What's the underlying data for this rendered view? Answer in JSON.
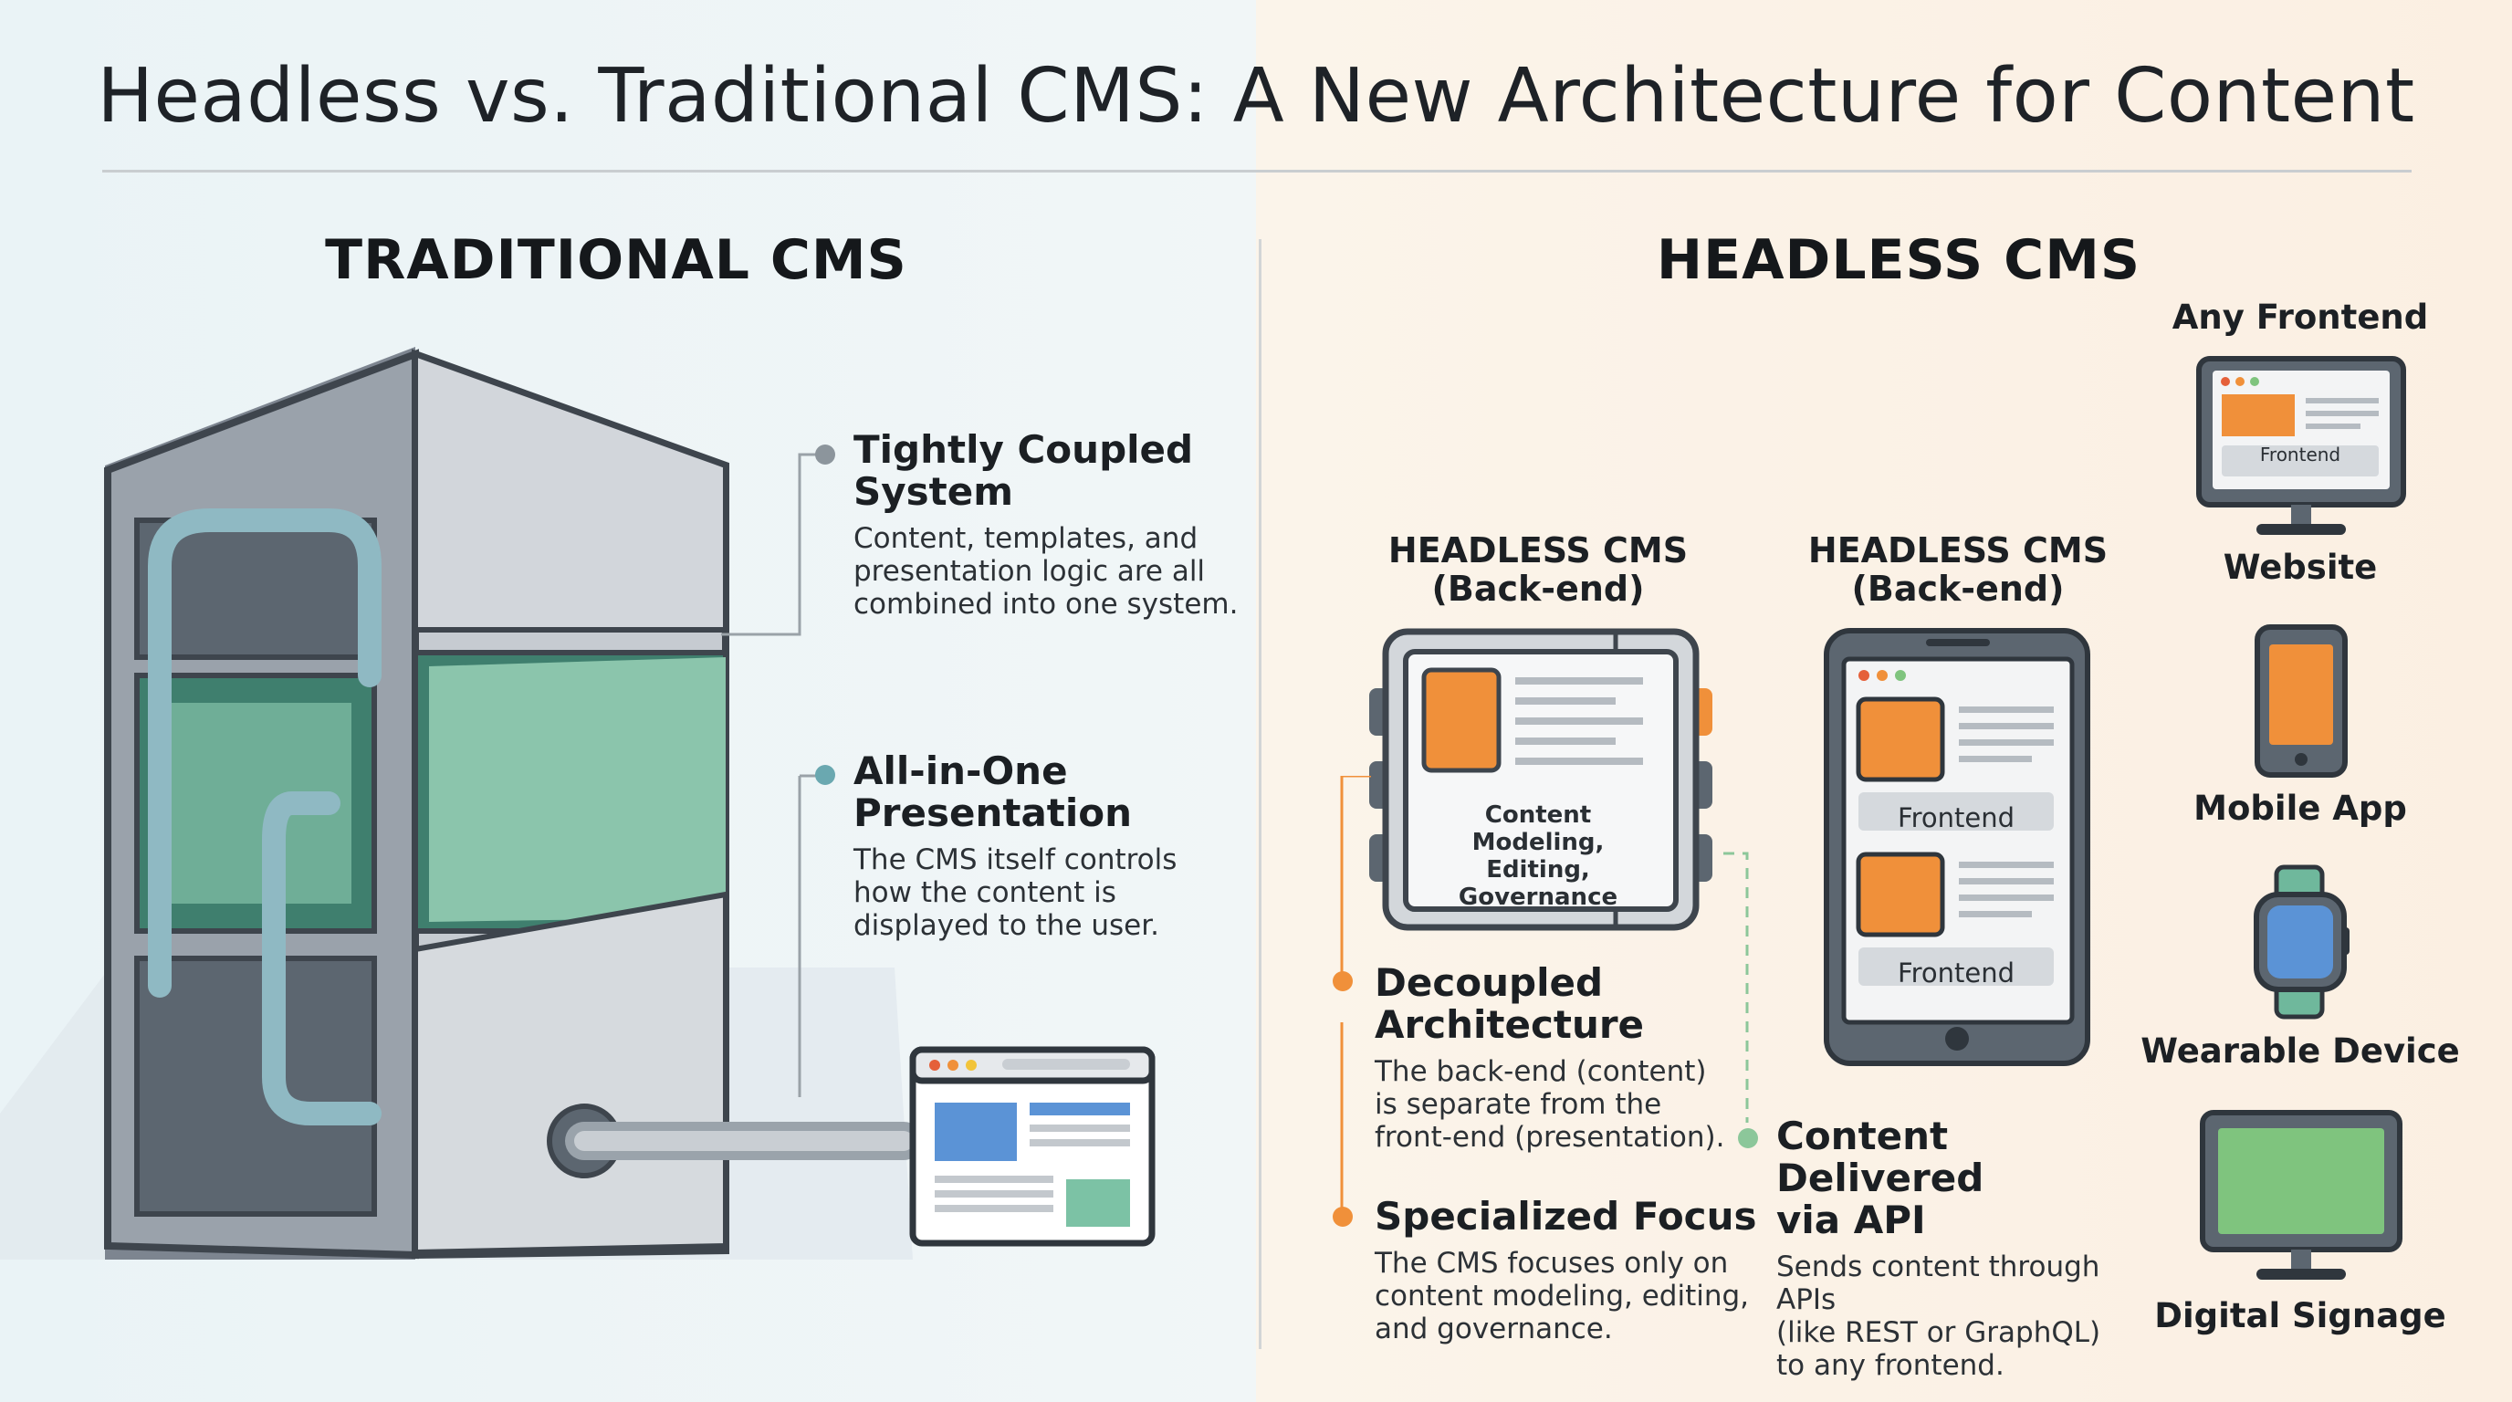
{
  "title": "Headless vs. Traditional CMS: A New Architecture for Content",
  "traditional": {
    "heading": "TRADITIONAL CMS",
    "callouts": [
      {
        "title": "Tightly Coupled System",
        "title_lines": [
          "Tightly Coupled",
          "System"
        ],
        "desc_lines": [
          "Content, templates, and",
          "presentation logic are all",
          "combined into one system."
        ]
      },
      {
        "title": "All-in-One Presentation",
        "title_lines": [
          "All-in-One",
          "Presentation"
        ],
        "desc_lines": [
          "The CMS itself controls",
          "how the content is",
          "displayed to the user."
        ]
      }
    ]
  },
  "headless": {
    "heading": "HEADLESS CMS",
    "backend_a": {
      "title_lines": [
        "HEADLESS CMS",
        "(Back-end)"
      ],
      "screen_lines": [
        "Content Modeling,",
        "Editing,",
        "Governance"
      ]
    },
    "backend_b": {
      "title_lines": [
        "HEADLESS CMS",
        "(Back-end)"
      ],
      "frontend_label": "Frontend"
    },
    "callouts": [
      {
        "title": "Decoupled Architecture",
        "title_lines": [
          "Decoupled",
          "Architecture"
        ],
        "desc_lines": [
          "The back-end (content)",
          "is separate from the",
          "front-end (presentation)."
        ],
        "color": "#f0903a"
      },
      {
        "title": "Specialized Focus",
        "title_lines": [
          "Specialized Focus"
        ],
        "desc_lines": [
          "The CMS focuses only on",
          "content modeling, editing,",
          "and governance."
        ],
        "color": "#f0903a"
      },
      {
        "title": "Content Delivered via API",
        "title_lines": [
          "Content",
          "Delivered",
          "via API"
        ],
        "desc_lines": [
          "Sends content through APIs",
          "(like REST or GraphQL)",
          "to any frontend."
        ],
        "color": "#8cc79a"
      }
    ],
    "any_frontend_label": "Any Frontend",
    "devices": [
      {
        "label": "Website",
        "icon": "desktop-monitor-icon",
        "screen_label": "Frontend"
      },
      {
        "label": "Mobile App",
        "icon": "smartphone-icon"
      },
      {
        "label": "Wearable Device",
        "icon": "smartwatch-icon"
      },
      {
        "label": "Digital Signage",
        "icon": "signage-display-icon"
      }
    ]
  },
  "colors": {
    "orange": "#f0903a",
    "teal": "#6fb89c",
    "blue": "#5b93d6",
    "green": "#7fc47e",
    "gray_dot": "#8c959c"
  }
}
